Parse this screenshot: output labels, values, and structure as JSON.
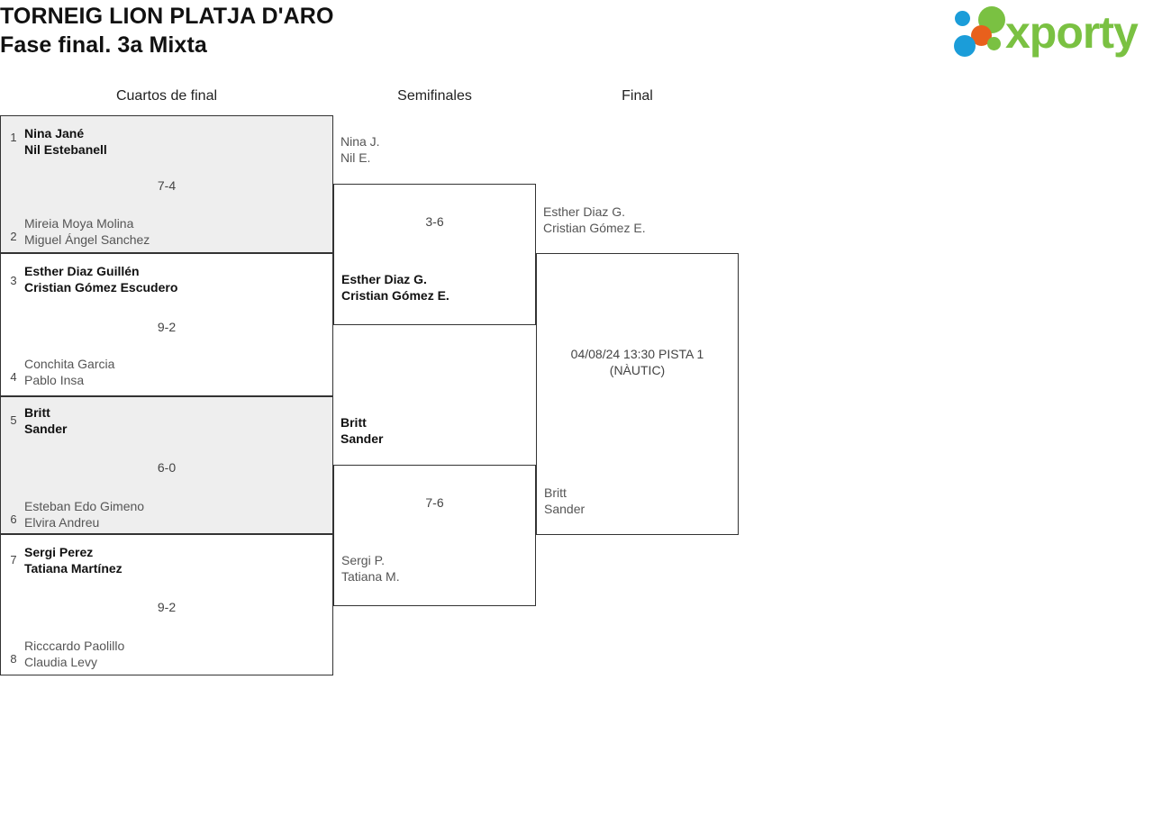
{
  "header": {
    "title_line1": "TORNEIG LION PLATJA D'ARO",
    "title_line2": "Fase final. 3a Mixta",
    "logo_text": "xporty",
    "logo_colors": {
      "blue": "#1b9dd9",
      "orange": "#e8601c",
      "green": "#7ac142"
    }
  },
  "rounds": [
    {
      "label": "Cuartos de final"
    },
    {
      "label": "Semifinales"
    },
    {
      "label": "Final"
    }
  ],
  "quarterfinals": [
    {
      "score": "7-4",
      "top": {
        "seed": "1",
        "player1": "Nina Jané",
        "player2": "Nil Estebanell",
        "status": "winner"
      },
      "bottom": {
        "seed": "2",
        "player1": "Mireia Moya Molina",
        "player2": "Miguel Ángel Sanchez",
        "status": "loser"
      }
    },
    {
      "score": "9-2",
      "top": {
        "seed": "3",
        "player1": "Esther Diaz Guillén",
        "player2": "Cristian Gómez Escudero",
        "status": "winner"
      },
      "bottom": {
        "seed": "4",
        "player1": "Conchita Garcia",
        "player2": "Pablo Insa",
        "status": "loser"
      }
    },
    {
      "score": "6-0",
      "top": {
        "seed": "5",
        "player1": "Britt",
        "player2": "Sander",
        "status": "winner"
      },
      "bottom": {
        "seed": "6",
        "player1": "Esteban Edo Gimeno",
        "player2": "Elvira Andreu",
        "status": "loser"
      }
    },
    {
      "score": "9-2",
      "top": {
        "seed": "7",
        "player1": "Sergi Perez",
        "player2": "Tatiana Martínez",
        "status": "winner"
      },
      "bottom": {
        "seed": "8",
        "player1": "Ricccardo Paolillo",
        "player2": "Claudia Levy",
        "status": "loser"
      }
    }
  ],
  "semifinals": [
    {
      "score": "3-6",
      "top": {
        "player1": "Nina J.",
        "player2": "Nil E.",
        "status": "loser"
      },
      "bottom": {
        "player1": "Esther Diaz G.",
        "player2": "Cristian Gómez E.",
        "status": "winner"
      }
    },
    {
      "score": "7-6",
      "top": {
        "player1": "Britt",
        "player2": "Sander",
        "status": "winner"
      },
      "bottom": {
        "player1": "Sergi P.",
        "player2": "Tatiana M.",
        "status": "loser"
      }
    }
  ],
  "final": {
    "schedule_line1": "04/08/24 13:30 PISTA 1",
    "schedule_line2": "(NÀUTIC)",
    "top": {
      "player1": "Esther Diaz G.",
      "player2": "Cristian Gómez E.",
      "status": "pending"
    },
    "bottom": {
      "player1": "Britt",
      "player2": "Sander",
      "status": "pending"
    }
  }
}
